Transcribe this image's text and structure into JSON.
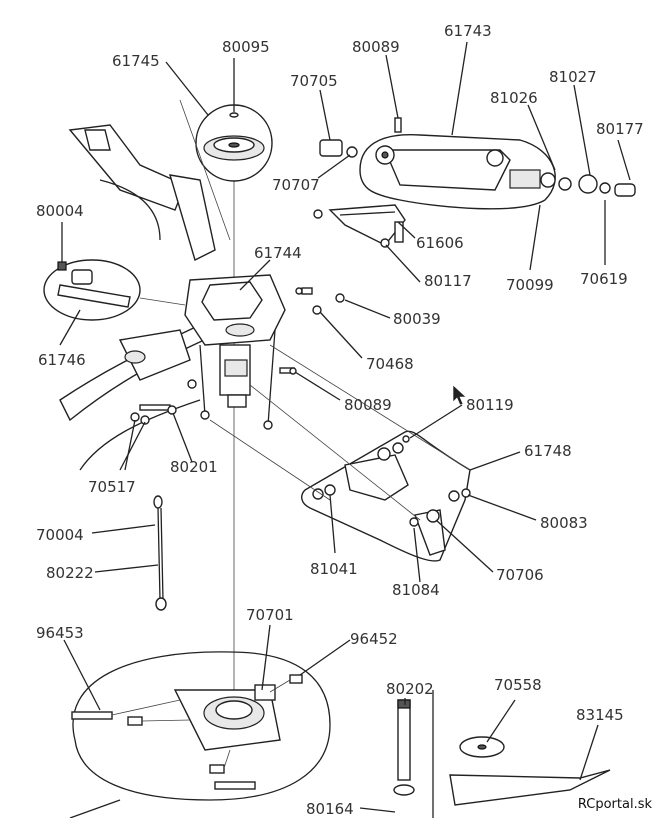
{
  "labels": {
    "p80095": "80095",
    "p61745": "61745",
    "p80089a": "80089",
    "p61743": "61743",
    "p70705": "70705",
    "p81026": "81026",
    "p81027": "81027",
    "p80177": "80177",
    "p70707": "70707",
    "p80004": "80004",
    "p61744": "61744",
    "p61606": "61606",
    "p80117": "80117",
    "p70099": "70099",
    "p70619": "70619",
    "p80039": "80039",
    "p61746": "61746",
    "p70468": "70468",
    "p80089b": "80089",
    "p80119": "80119",
    "p61748": "61748",
    "p70517": "70517",
    "p80201": "80201",
    "p80083": "80083",
    "p70004": "70004",
    "p81041": "81041",
    "p70706": "70706",
    "p80222": "80222",
    "p81084": "81084",
    "p70701": "70701",
    "p96453": "96453",
    "p96452": "96452",
    "p80202": "80202",
    "p70558": "70558",
    "p83145": "83145",
    "p80164": "80164"
  },
  "watermark": "RCportal.sk"
}
